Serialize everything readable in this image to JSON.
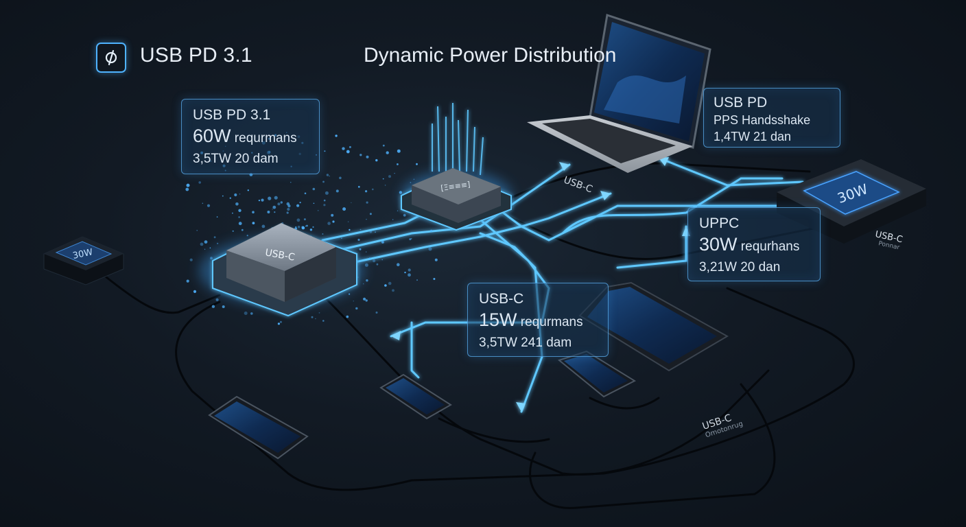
{
  "header": {
    "brand": "USB PD 3.1",
    "title": "Dynamic Power Distribution"
  },
  "panels": [
    {
      "id": "left",
      "line1": "USB PD 3.1",
      "line2_big": "60W",
      "line2_small": " requrmans",
      "line3": "3,5TW 20 dam"
    },
    {
      "id": "top-right",
      "line1": "USB PD",
      "line2": "PPS Handsshake",
      "line3": "1,4TW 21 dan"
    },
    {
      "id": "right",
      "line1": "UPPC",
      "line2_big": "30W",
      "line2_small": " requrhans",
      "line3": "3,21W 20 dan"
    },
    {
      "id": "center",
      "line1": "USB-C",
      "line2_big": "15W",
      "line2_small": " requrmans",
      "line3": "3,5TW 241 dam"
    }
  ],
  "devices": {
    "hub_left_label": "USB-C",
    "hub_top_label": "[Ξ≡≡≡]",
    "charger_left_display": "30W",
    "charger_right_display": "30W",
    "charger_right_label": "USB-C",
    "charger_right_sublabel": "Ponnar"
  },
  "cable_labels": [
    {
      "id": "top",
      "text": "USB-C"
    },
    {
      "id": "bottom",
      "text": "USB-C",
      "sub": "Omotonrug"
    }
  ],
  "colors": {
    "accent": "#4fb3ff",
    "glow": "#5ec8ff",
    "panel_border": "#5bafef",
    "background": "#121a24"
  },
  "icons": {
    "brand": "usb-pd-logo-icon"
  }
}
